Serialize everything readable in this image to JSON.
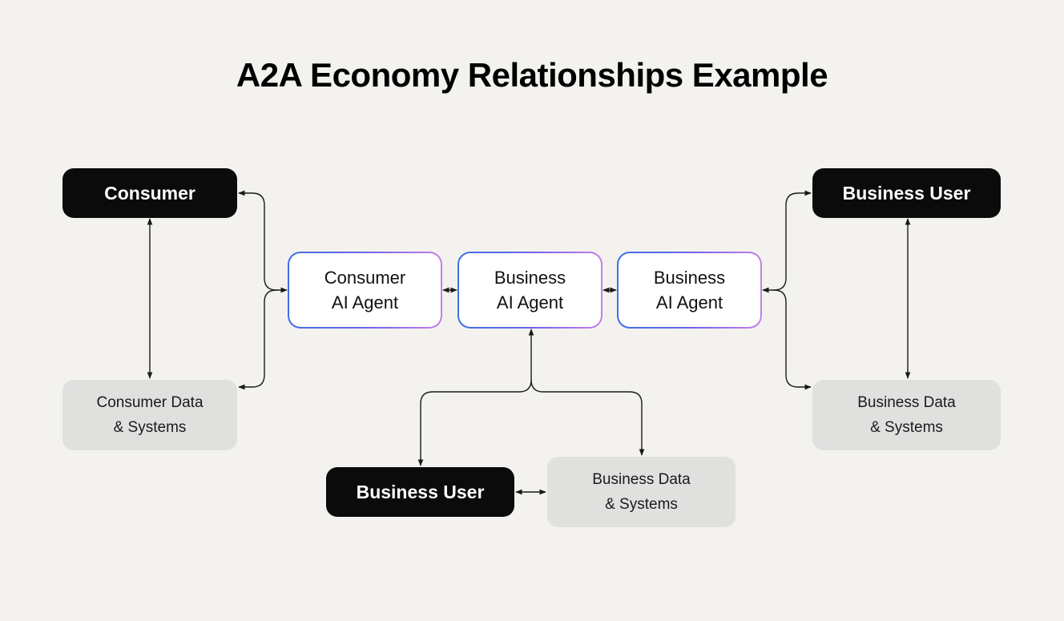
{
  "title": "A2A Economy Relationships Example",
  "nodes": {
    "consumer": {
      "label": "Consumer"
    },
    "consumer_data": {
      "line1": "Consumer Data",
      "line2": "& Systems"
    },
    "consumer_agent": {
      "line1": "Consumer",
      "line2": "AI Agent"
    },
    "business_agent_center": {
      "line1": "Business",
      "line2": "AI Agent"
    },
    "business_agent_right": {
      "line1": "Business",
      "line2": "AI Agent"
    },
    "business_user_right": {
      "label": "Business User"
    },
    "business_data_right": {
      "line1": "Business Data",
      "line2": "& Systems"
    },
    "business_user_bottom": {
      "label": "Business User"
    },
    "business_data_bottom": {
      "line1": "Business Data",
      "line2": "& Systems"
    }
  },
  "colors": {
    "background": "#f3f2ef",
    "dark_node": "#0b0b0b",
    "data_node": "#e0e0df",
    "agent_gradient_start": "#3f6fe8",
    "agent_gradient_end": "#c77ee8",
    "connector": "#1a1a1a"
  }
}
